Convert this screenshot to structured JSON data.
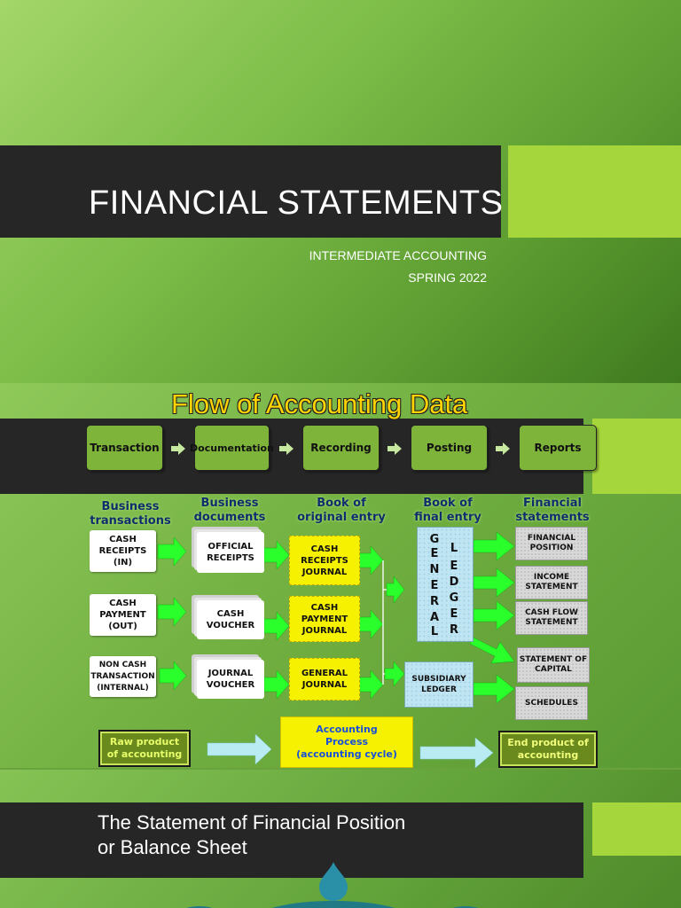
{
  "slide1": {
    "title": "FINANCIAL STATEMENTS",
    "subtitle_line1": "INTERMEDIATE ACCOUNTING",
    "subtitle_line2": "SPRING 2022"
  },
  "slide2": {
    "title": "Flow of Accounting Data",
    "steps": [
      "Transaction",
      "Documentation",
      "Recording",
      "Posting",
      "Reports"
    ],
    "column_headers": [
      [
        "Business",
        "transactions"
      ],
      [
        "Business",
        "documents"
      ],
      [
        "Book of",
        "original entry"
      ],
      [
        "Book of",
        "final entry"
      ],
      [
        "Financial",
        "statements"
      ]
    ],
    "transactions": [
      [
        "CASH",
        "RECEIPTS",
        "(IN)"
      ],
      [
        "CASH",
        "PAYMENT",
        "(OUT)"
      ],
      [
        "NON CASH",
        "TRANSACTION",
        "(INTERNAL)"
      ]
    ],
    "documents": [
      [
        "OFFICIAL",
        "RECEIPTS"
      ],
      [
        "CASH",
        "VOUCHER"
      ],
      [
        "JOURNAL",
        "VOUCHER"
      ]
    ],
    "journals": [
      [
        "CASH",
        "RECEIPTS",
        "JOURNAL"
      ],
      [
        "CASH",
        "PAYMENT",
        "JOURNAL"
      ],
      [
        "GENERAL",
        "JOURNAL"
      ]
    ],
    "general_ledger_col1": [
      "G",
      "E",
      "N",
      "E",
      "R",
      "A",
      "L"
    ],
    "general_ledger_col2": [
      "L",
      "E",
      "D",
      "G",
      "E",
      "R"
    ],
    "subsidiary_ledger": [
      "SUBSIDIARY",
      "LEDGER"
    ],
    "statements": [
      [
        "FINANCIAL",
        "POSITION"
      ],
      [
        "INCOME",
        "STATEMENT"
      ],
      [
        "CASH FLOW",
        "STATEMENT"
      ],
      [
        "STATEMENT OF",
        "CAPITAL"
      ],
      [
        "SCHEDULES"
      ]
    ],
    "raw_product": [
      "Raw product",
      "of accounting"
    ],
    "process": [
      "Accounting",
      "Process",
      "(accounting cycle)"
    ],
    "end_product": [
      "End product of",
      "accounting"
    ]
  },
  "slide3": {
    "title_line1": "The Statement of Financial Position",
    "title_line2": "or Balance Sheet"
  },
  "colors": {
    "dark_bar": "#262626",
    "lime_accent": "#a5d63c",
    "title_yellow": "#ffd400",
    "arrow_green": "#2bff2b",
    "arrow_light": "#b8ecf2",
    "header_blue": "#102d6b",
    "process_blue": "#1a4fd8"
  }
}
